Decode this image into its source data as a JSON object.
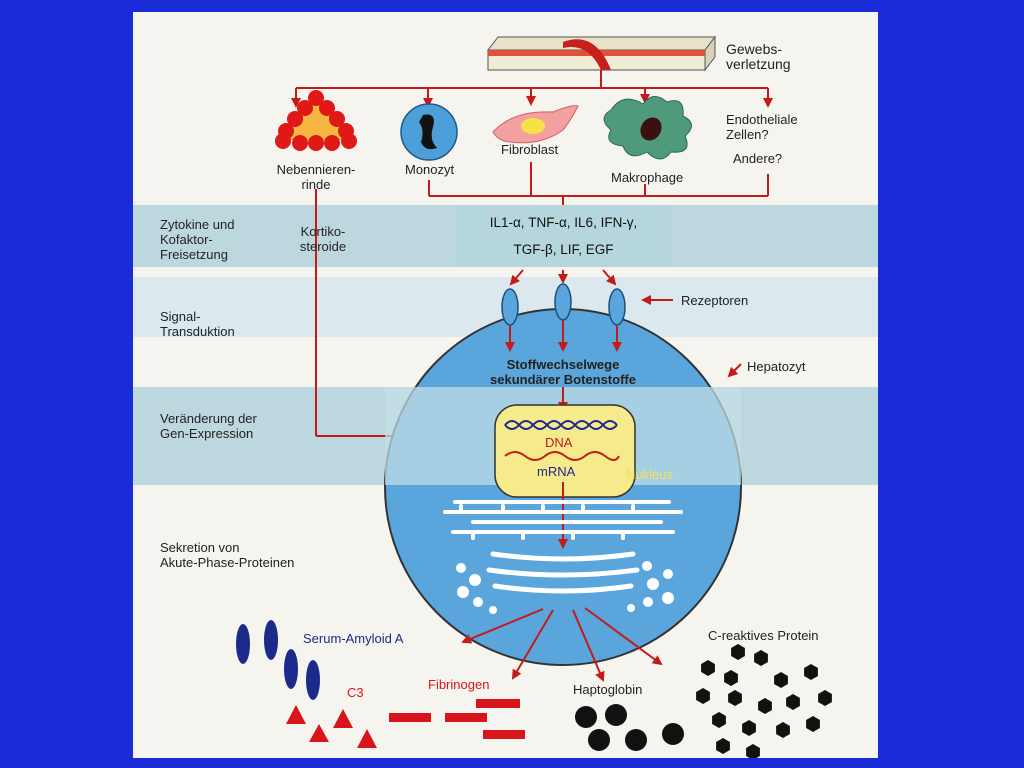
{
  "diagram": {
    "top_label": "Gewebs-\nverletzung",
    "cells": {
      "adrenal": "Nebennieren-\nrinde",
      "monocyte": "Monozyt",
      "fibroblast": "Fibroblast",
      "macrophage": "Makrophage",
      "endothelial": "Endotheliale\nZellen?",
      "other": "Andere?"
    },
    "corticosteroids": "Kortiko-\nsteroide",
    "cytokines": {
      "line1": "IL1-α, TNF-α, IL6, IFN-γ,",
      "line2": "TGF-β, LIF, EGF"
    },
    "stages": {
      "cytokine_release": "Zytokine und\nKofaktor-\nFreisetzung",
      "signal_transduction": "Signal-\nTransduktion",
      "gene_expression": "Veränderung der\nGen-Expression",
      "secretion": "Sekretion von\nAkute-Phase-Proteinen"
    },
    "cell_parts": {
      "receptors": "Rezeptoren",
      "hepatocyte": "Hepatozyt",
      "pathways": "Stoffwechselwege\nsekundärer Botenstoffe",
      "dna": "DNA",
      "mrna": "mRNA",
      "nucleus": "Nukleus"
    },
    "proteins": {
      "serum_amyloid": "Serum-Amyloid  A",
      "c3": "C3",
      "fibrinogen": "Fibrinogen",
      "haptoglobin": "Haptoglobin",
      "crp": "C-reaktives  Protein"
    },
    "colors": {
      "arrow": "#c41a1a",
      "band": "#bcd8de",
      "cell": "#5aa6dc",
      "nucleus": "#f5ea8c",
      "background": "#1a2bd8"
    }
  }
}
